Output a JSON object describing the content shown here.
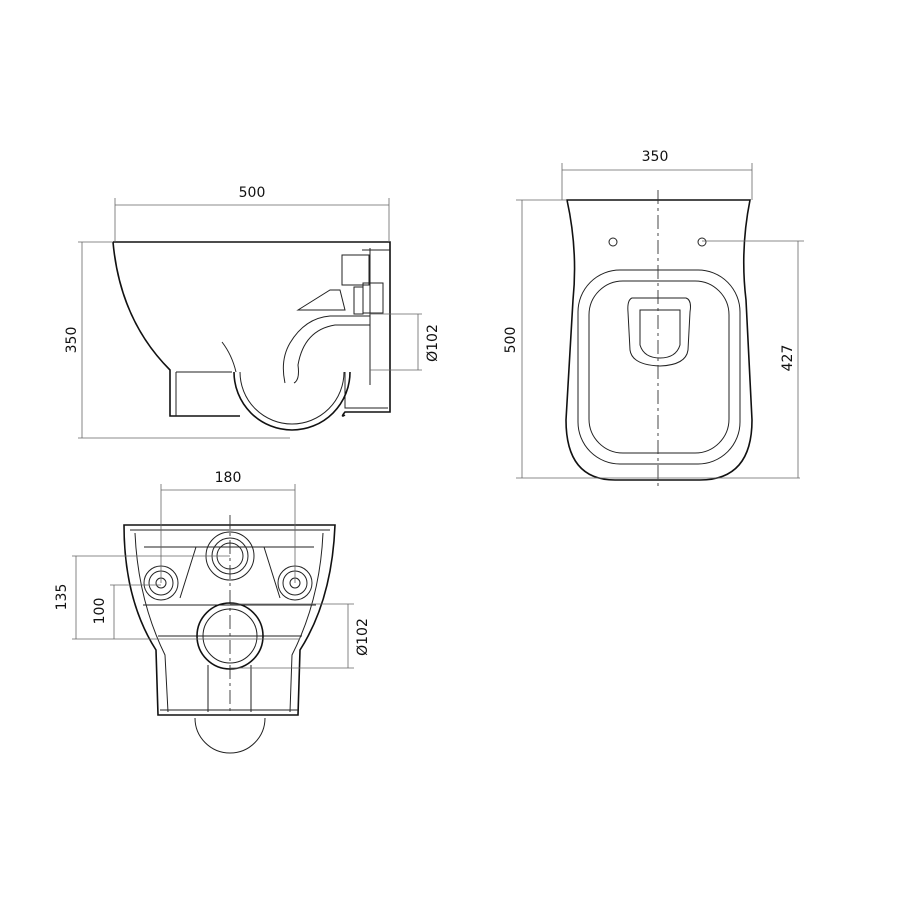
{
  "side_view": {
    "width_label": "500",
    "height_label": "350",
    "outlet_label": "Ø102"
  },
  "top_view": {
    "width_label": "350",
    "length_label": "500",
    "fixing_label": "427"
  },
  "rear_view": {
    "fixing_spacing_label": "180",
    "height_135_label": "135",
    "height_100_label": "100",
    "outlet_label": "Ø102"
  }
}
